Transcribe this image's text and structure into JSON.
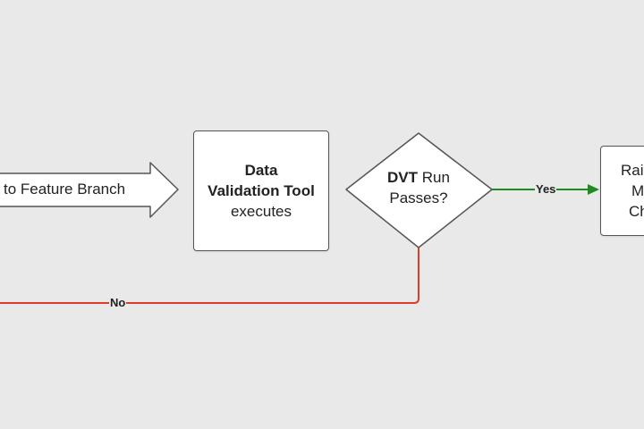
{
  "nodes": {
    "feature_branch_arrow": {
      "text": "to Feature Branch"
    },
    "dvt_box": {
      "line1": "Data",
      "line2": "Validation Tool",
      "line3": "executes"
    },
    "decision": {
      "bold": "DVT",
      "rest": " Run",
      "line2": "Passes?"
    },
    "right_box": {
      "line1": "Rai",
      "line2": "M",
      "line3": "Ch"
    }
  },
  "edges": {
    "yes_label": "Yes",
    "no_label": "No"
  },
  "colors": {
    "background": "#e9e9e9",
    "yes_line": "#1f8b1f",
    "no_line": "#e03a2f",
    "shape_stroke": "#555555"
  }
}
